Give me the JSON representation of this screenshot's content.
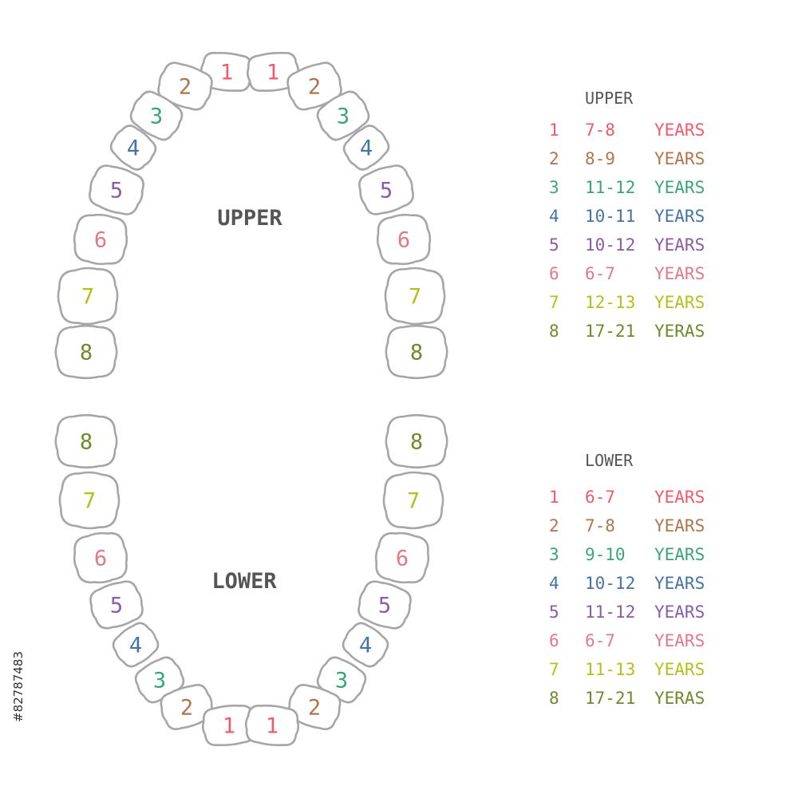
{
  "colors": {
    "1": "#ef5b6b",
    "2": "#b0744e",
    "3": "#3aa57a",
    "4": "#4673a3",
    "5": "#8a5ba6",
    "6": "#e07a8a",
    "7": "#b5bf1c",
    "8": "#6d8a2c",
    "outline": "#a6a6a6",
    "title": "#555555"
  },
  "arch": {
    "upper_label": "UPPER",
    "lower_label": "LOWER"
  },
  "legend_upper": {
    "title": "UPPER",
    "rows": [
      {
        "tooth": "1",
        "range": "7-8",
        "unit": "YEARS"
      },
      {
        "tooth": "2",
        "range": "8-9",
        "unit": "YEARS"
      },
      {
        "tooth": "3",
        "range": "11-12",
        "unit": "YEARS"
      },
      {
        "tooth": "4",
        "range": "10-11",
        "unit": "YEARS"
      },
      {
        "tooth": "5",
        "range": "10-12",
        "unit": "YEARS"
      },
      {
        "tooth": "6",
        "range": "6-7",
        "unit": "YEARS"
      },
      {
        "tooth": "7",
        "range": "12-13",
        "unit": "YEARS"
      },
      {
        "tooth": "8",
        "range": "17-21",
        "unit": "YERAS"
      }
    ]
  },
  "legend_lower": {
    "title": "LOWER",
    "rows": [
      {
        "tooth": "1",
        "range": "6-7",
        "unit": "YEARS"
      },
      {
        "tooth": "2",
        "range": "7-8",
        "unit": "YEARS"
      },
      {
        "tooth": "3",
        "range": "9-10",
        "unit": "YEARS"
      },
      {
        "tooth": "4",
        "range": "10-12",
        "unit": "YEARS"
      },
      {
        "tooth": "5",
        "range": "11-12",
        "unit": "YEARS"
      },
      {
        "tooth": "6",
        "range": "6-7",
        "unit": "YEARS"
      },
      {
        "tooth": "7",
        "range": "11-13",
        "unit": "YEARS"
      },
      {
        "tooth": "8",
        "range": "17-21",
        "unit": "YERAS"
      }
    ]
  },
  "stock_id": "#82787483"
}
